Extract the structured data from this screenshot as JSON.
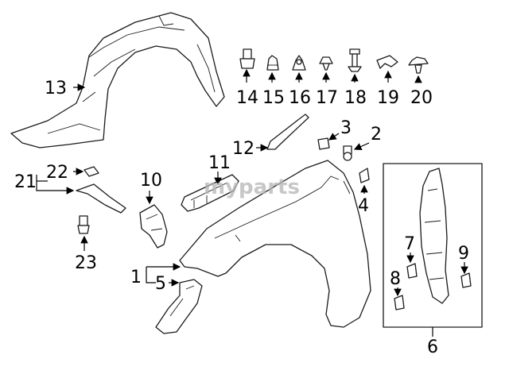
{
  "watermark": "myparts",
  "colors": {
    "line": "#1a1a1a",
    "background": "#ffffff",
    "watermark": "#b5b5b5"
  },
  "callouts": {
    "c1": "1",
    "c2": "2",
    "c3": "3",
    "c4": "4",
    "c5": "5",
    "c6": "6",
    "c7": "7",
    "c8": "8",
    "c9": "9",
    "c10": "10",
    "c11": "11",
    "c12": "12",
    "c13": "13",
    "c14": "14",
    "c15": "15",
    "c16": "16",
    "c17": "17",
    "c18": "18",
    "c19": "19",
    "c20": "20",
    "c21": "21",
    "c22": "22",
    "c23": "23"
  }
}
